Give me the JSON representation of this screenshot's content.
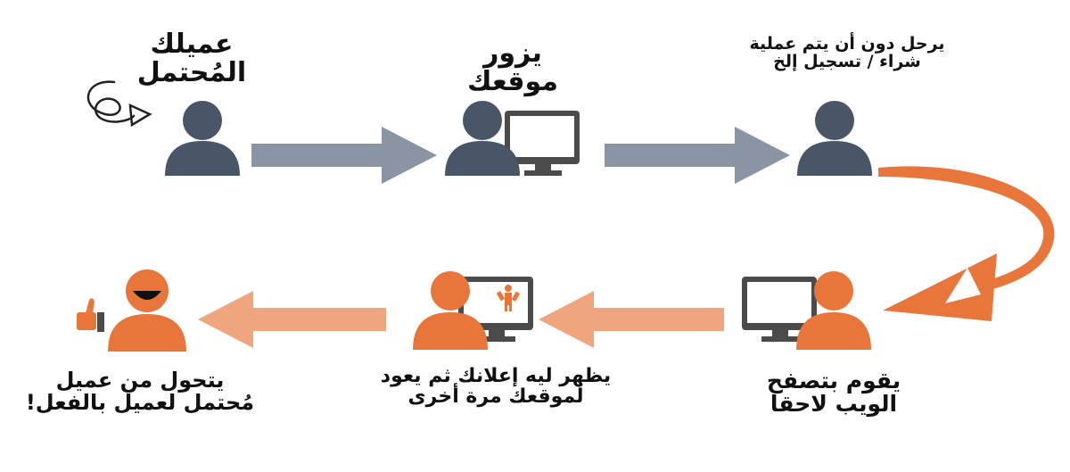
{
  "colors": {
    "navy": "#4a5568",
    "arrow_gray": "#8a94a3",
    "orange": "#e8753a",
    "orange_light": "#efa57e",
    "monitor": "#4b4b4b"
  },
  "steps": [
    {
      "id": "potential-customer",
      "lines": [
        "عميلك",
        "المُحتمل"
      ],
      "icon": "person-icon"
    },
    {
      "id": "visits-site",
      "lines": [
        "يزور",
        "موقعك"
      ],
      "icon": "person-computer-icon"
    },
    {
      "id": "leaves-without-action",
      "lines": [
        "يرحل دون أن يتم عملية",
        "شراء / تسجيل إلخ"
      ],
      "icon": "person-icon"
    },
    {
      "id": "browses-later",
      "lines": [
        "يقوم بتصفح",
        "الويب لاحقا"
      ],
      "icon": "person-computer-icon"
    },
    {
      "id": "sees-ad-returns",
      "lines": [
        "يظهر ليه إعلانك ثم يعود",
        "لموقعك مرة أخرى"
      ],
      "icon": "person-ad-computer-icon"
    },
    {
      "id": "converts",
      "lines": [
        "يتحول من عميل",
        "مُحتمل لعميل بالفعل!"
      ],
      "icon": "happy-person-thumbs-up-icon"
    }
  ]
}
